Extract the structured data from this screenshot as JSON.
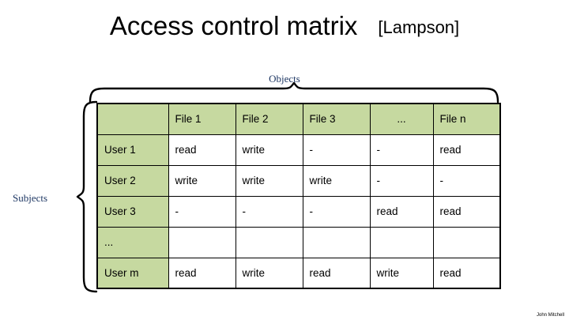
{
  "slide": {
    "title": "Access control matrix",
    "citation": "[Lampson]",
    "footer_credit": "John Mitchell",
    "accent_green": "#c6d9a0",
    "label_color": "#1f3864"
  },
  "labels": {
    "objects": "Objects",
    "subjects": "Subjects",
    "objects_brace_icon": "curly-brace-horizontal-icon",
    "subjects_brace_icon": "curly-brace-vertical-icon"
  },
  "matrix": {
    "corner_header": "",
    "column_headers": [
      "File 1",
      "File 2",
      "File 3",
      "...",
      "File n"
    ],
    "row_headers": [
      "User 1",
      "User 2",
      "User 3",
      "...",
      "User m"
    ],
    "rows": [
      {
        "header": "User 1",
        "cells": [
          "read",
          "write",
          "-",
          "-",
          "read"
        ]
      },
      {
        "header": "User 2",
        "cells": [
          "write",
          "write",
          "write",
          "-",
          "-"
        ]
      },
      {
        "header": "User 3",
        "cells": [
          "-",
          "-",
          "-",
          "read",
          "read"
        ]
      },
      {
        "header": "...",
        "cells": [
          "",
          "",
          "",
          "",
          ""
        ]
      },
      {
        "header": "User m",
        "cells": [
          "read",
          "write",
          "read",
          "write",
          "read"
        ]
      }
    ]
  }
}
